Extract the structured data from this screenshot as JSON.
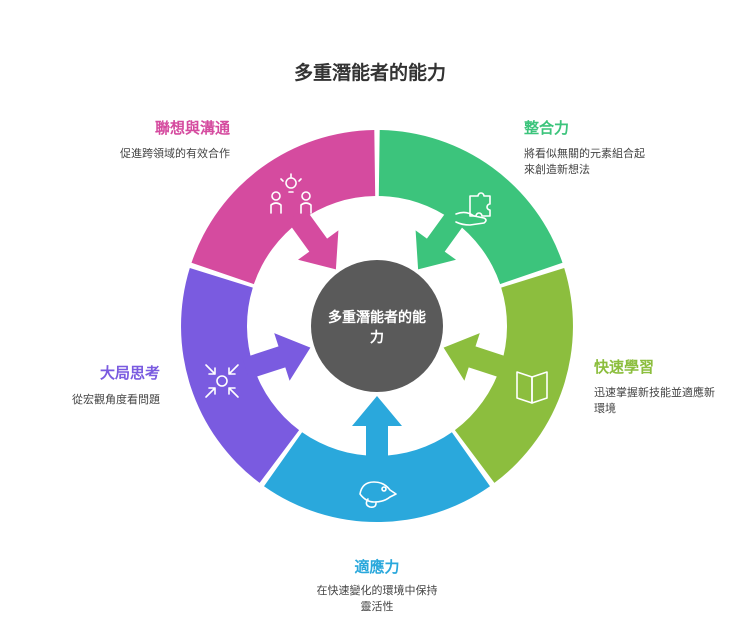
{
  "title": "多重潛能者的能力",
  "center": {
    "label": "多重潛能者的能力",
    "color": "#5a5a5a"
  },
  "segments": [
    {
      "id": "integration",
      "title": "整合力",
      "description": "將看似無關的元素組合起來創造新想法",
      "color": "#3cc47c",
      "icon": "puzzle-hand-icon"
    },
    {
      "id": "quick-learning",
      "title": "快速學習",
      "description": "迅速掌握新技能並適應新環境",
      "color": "#8cbe3e",
      "icon": "book-icon"
    },
    {
      "id": "adaptability",
      "title": "適應力",
      "description": "在快速變化的環境中保持靈活性",
      "color": "#2aa8dc",
      "icon": "chameleon-icon"
    },
    {
      "id": "big-picture",
      "title": "大局思考",
      "description": "從宏觀角度看問題",
      "color": "#7a5be0",
      "icon": "focus-arrows-icon"
    },
    {
      "id": "connection",
      "title": "聯想與溝通",
      "description": "促進跨領域的有效合作",
      "color": "#d54b9f",
      "icon": "people-idea-icon"
    }
  ]
}
